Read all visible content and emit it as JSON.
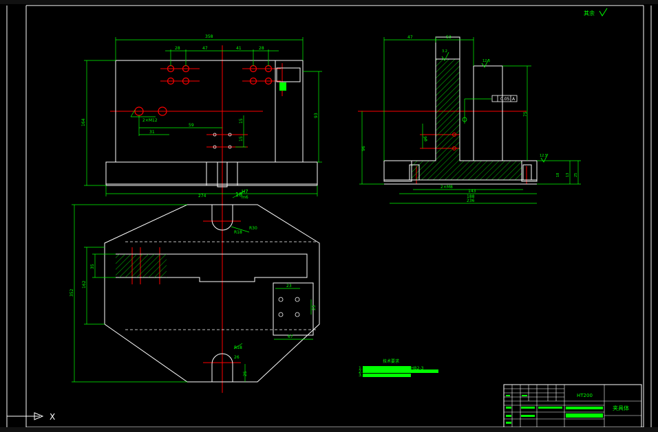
{
  "colors": {
    "background": "#000000",
    "outline": "#ffffff",
    "dimension": "#00ff00",
    "centerline": "#ff0000",
    "hatch": "#00ff00",
    "title_fill": "#00ff00"
  },
  "corner_note": "其余",
  "front_view": {
    "dims": {
      "top_total": "358",
      "d1": "28",
      "d2": "47",
      "d3": "41",
      "d4": "28",
      "left_height": "164",
      "right_height": "93",
      "hole_label": "2×M12",
      "h1": "31",
      "h2": "59",
      "h3": "15",
      "h4": "15",
      "bottom_total": "274",
      "fit_size": "18",
      "fit_upper": "H7",
      "fit_lower": "m6"
    }
  },
  "side_view": {
    "dims": {
      "top_a": "47",
      "top_b": "53",
      "rough1": "3.2",
      "rough2": "12.5",
      "flatness": "0.05",
      "datum": "A",
      "left_h": "96",
      "right_h": "75",
      "hole": "φ6",
      "base1": "2×M8",
      "base2": "143",
      "base3": "188",
      "base4": "236",
      "rough3": "12.5",
      "r1": "18",
      "r2": "13",
      "r3": "25"
    }
  },
  "top_view": {
    "dims": {
      "left_total": "352",
      "left_mid": "162",
      "left_small": "35",
      "r_top": "R18",
      "r_top2": "R30",
      "r_bot": "R18",
      "slot_h": "25",
      "plate_w": "23",
      "plate_h": "23",
      "plate_total": "67",
      "r_bot2": "26"
    }
  },
  "tech_req": {
    "title": "技术要求",
    "items": [
      "1.",
      "2.",
      "3."
    ],
    "line2": "HB2-3"
  },
  "title_block": {
    "material": "HT200",
    "part_name": "夹具体"
  },
  "status": {
    "cmd_text": "X"
  }
}
